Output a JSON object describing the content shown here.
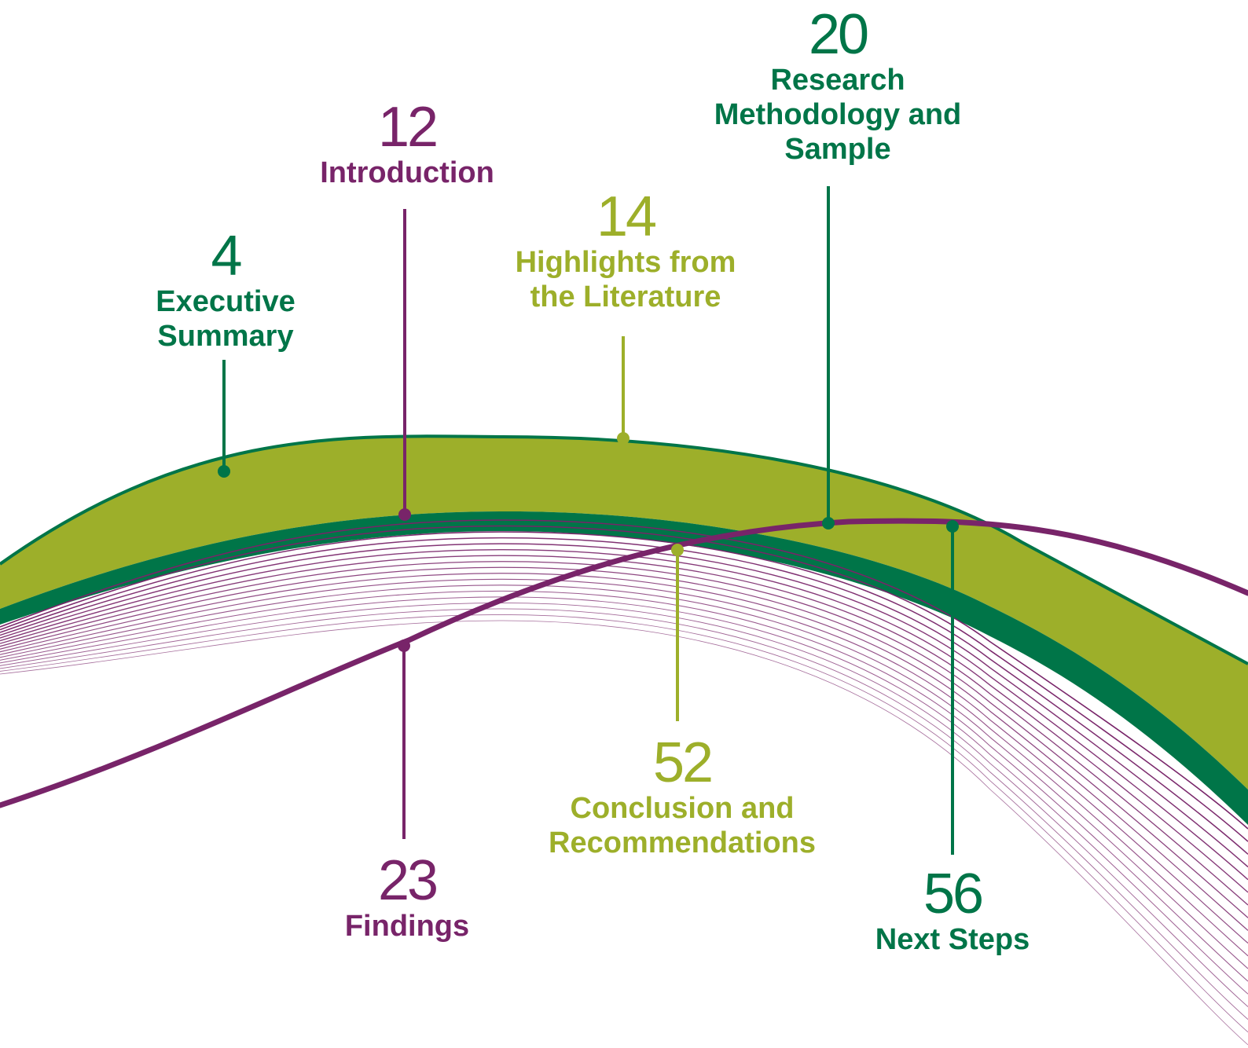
{
  "colors": {
    "green": "#007548",
    "purple": "#782469",
    "lime": "#9daf2a"
  },
  "entries": [
    {
      "id": "executive-summary",
      "page": "4",
      "lines": [
        "Executive",
        "Summary"
      ],
      "color": "green"
    },
    {
      "id": "introduction",
      "page": "12",
      "lines": [
        "Introduction"
      ],
      "color": "purple"
    },
    {
      "id": "highlights",
      "page": "14",
      "lines": [
        "Highlights from",
        "the Literature"
      ],
      "color": "lime"
    },
    {
      "id": "research-methodology",
      "page": "20",
      "lines": [
        "Research",
        "Methodology and",
        "Sample"
      ],
      "color": "green"
    },
    {
      "id": "findings",
      "page": "23",
      "lines": [
        "Findings"
      ],
      "color": "purple"
    },
    {
      "id": "conclusion",
      "page": "52",
      "lines": [
        "Conclusion and",
        "Recommendations"
      ],
      "color": "lime"
    },
    {
      "id": "next-steps",
      "page": "56",
      "lines": [
        "Next Steps"
      ],
      "color": "green"
    }
  ]
}
